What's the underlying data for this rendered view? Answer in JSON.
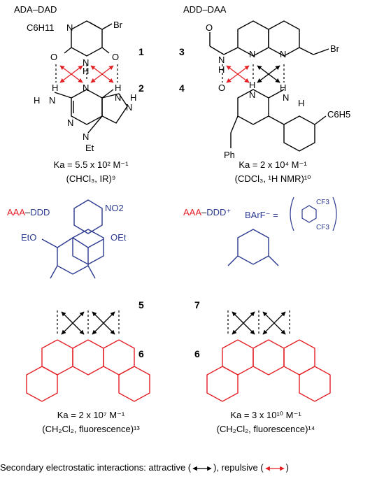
{
  "panel1": {
    "title": "ADA–DAD",
    "substituent_hexyl": "C6H11",
    "atom_N": "N",
    "atom_O": "O",
    "atom_H": "H",
    "atom_Br": "Br",
    "label_top": "1",
    "label_bottom": "2",
    "ethyl": "Et",
    "ka_text": "Ka = 5.5 x 10² M⁻¹",
    "ka_sub": "(CHCl₃, IR)⁹"
  },
  "panel2": {
    "title": "ADD–DAA",
    "atom_N": "N",
    "atom_O": "O",
    "atom_H": "H",
    "atom_Br": "Br",
    "label_top": "3",
    "label_bottom": "4",
    "phenyl": "Ph",
    "substituent": "C6H5",
    "ka_text": "Ka = 2 x 10⁴ M⁻¹",
    "ka_sub": "(CDCl₃, ¹H NMR)¹⁰"
  },
  "panel3": {
    "title_a": "AAA",
    "title_dash": "–",
    "title_b": "DDD",
    "nitro": "NO2",
    "ester": "EtO",
    "ester2": "OEt",
    "label_top": "5",
    "label_bottom": "6",
    "ka_text": "Ka = 2 x 10⁷ M⁻¹",
    "ka_sub": "(CH₂Cl₂, fluorescence)¹³"
  },
  "panel4": {
    "title_a": "AAA",
    "title_dash": "–",
    "title_b": "DDD⁺",
    "barf": "BArF⁻ =",
    "cf3": "CF3",
    "label_top": "7",
    "label_bottom": "6",
    "ka_text": "Ka = 3 x 10¹⁰ M⁻¹",
    "ka_sub": "(CH₂Cl₂, fluorescence)¹⁴"
  },
  "caption": {
    "lead": "Secondary electrostatic interactions: attractive (",
    "mid": "), repulsive (",
    "end": ")"
  },
  "colors": {
    "attractive": "#000000",
    "repulsive": "#e31e24",
    "donor": "#2b3990",
    "acceptor": "#e31e24"
  }
}
